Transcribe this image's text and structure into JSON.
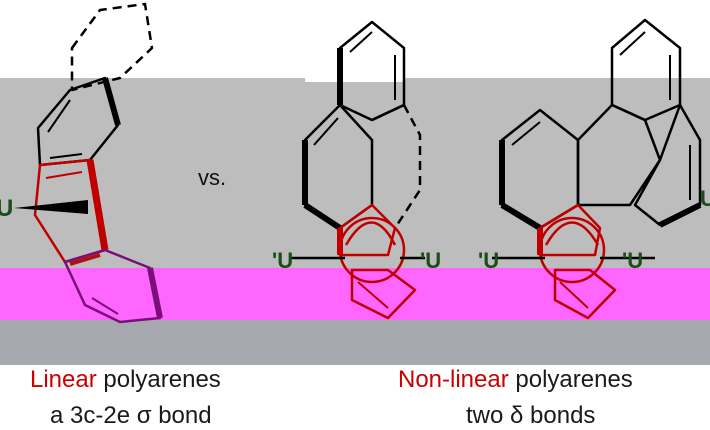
{
  "separator": "vs.",
  "left_caption": {
    "highlight": "Linear",
    "rest": " polyarenes",
    "line2": "a 3c-2e σ bond"
  },
  "right_caption": {
    "highlight": "Non-linear",
    "rest": " polyarenes",
    "line2": "two δ bonds"
  },
  "metal_fragment_label": "U",
  "colors": {
    "bond": "#000000",
    "interaction": "#c00000",
    "metal": "#1b4d1b",
    "gray_band": "#bdbdbd",
    "magenta_band": "#ff66ff",
    "lower_band": "#a8a8b0"
  }
}
